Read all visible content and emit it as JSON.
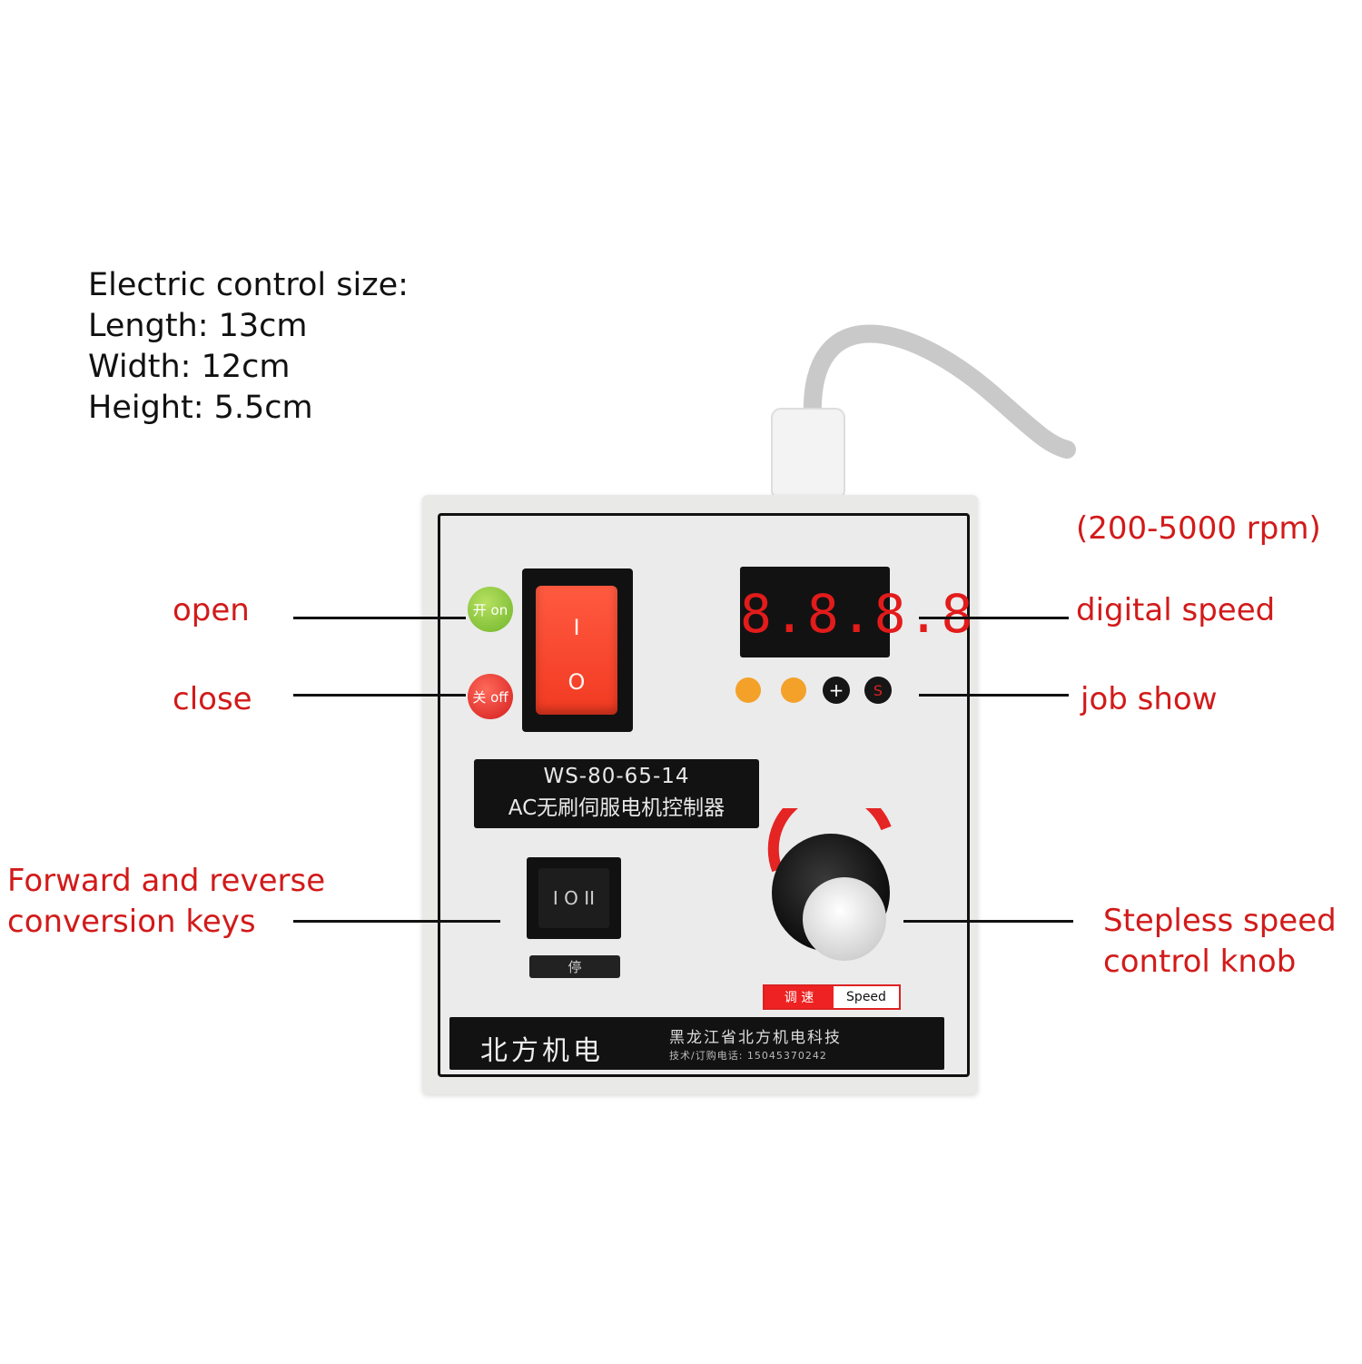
{
  "size_info": {
    "heading": "Electric control size:",
    "length": "Length: 13cm",
    "width": "Width: 12cm",
    "height": "Height: 5.5cm"
  },
  "callouts": {
    "speed_range": "(200-5000 rpm)",
    "open": "open",
    "close": "close",
    "digital_speed": "digital speed",
    "job_show": "job show",
    "forward_reverse_line1": "Forward and reverse",
    "forward_reverse_line2": "conversion keys",
    "knob_line1": "Stepless speed",
    "knob_line2": "control knob"
  },
  "device": {
    "indicator_open": "开 on",
    "indicator_close": "关 off",
    "rocker_on_mark": "I",
    "rocker_off_mark": "O",
    "display_value": "8.8.8.8",
    "btn_plus": "+",
    "btn_s": "S",
    "model_number": "WS-80-65-14",
    "model_name": "AC无刷伺服电机控制器",
    "fr_switch_marks": "I O II",
    "stop_tag": "停",
    "speed_tag_cn": "调 速",
    "speed_tag_en": "Speed",
    "brand": "北方机电",
    "company": "黑龙江省北方机电科技",
    "phone": "技术/订购电话: 15045370242"
  },
  "colors": {
    "callout_red": "#d21a1a",
    "rocker_red": "#f23a22",
    "display_red": "#e21b1b",
    "led_amber": "#f4a12a"
  }
}
